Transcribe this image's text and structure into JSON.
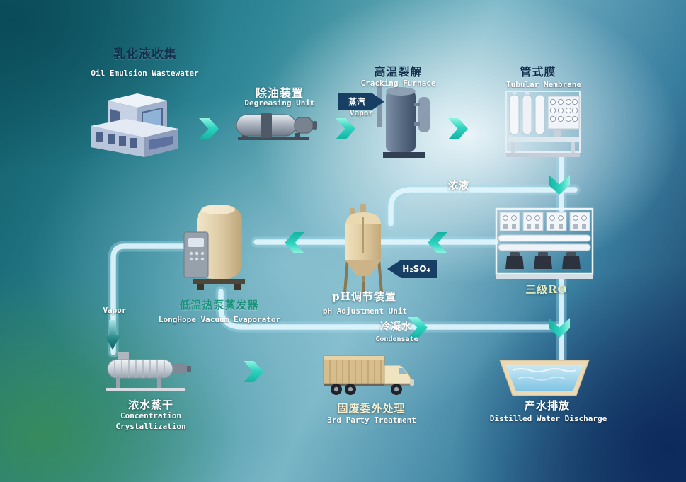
{
  "nodes": {
    "collection": {
      "zh": "乳化液收集",
      "en": "Oil Emulsion Wastewater"
    },
    "degreasing": {
      "zh": "除油装置",
      "en": "Degreasing Unit"
    },
    "cracking": {
      "zh": "高温裂解",
      "en": "Cracking Furnace"
    },
    "membrane": {
      "zh": "管式膜",
      "en": "Tubular Membrane"
    },
    "ro": {
      "zh": "三级RO"
    },
    "ph": {
      "zh": "pH调节装置",
      "en": "pH Adjustment Unit"
    },
    "evaporator": {
      "zh": "低温热泵蒸发器",
      "en": "LongHope Vacuum Evaporator"
    },
    "crystallization": {
      "zh": "浓水蒸干",
      "en": "Concentration Crystallization"
    },
    "solid_waste": {
      "zh": "固废委外处理",
      "en": "3rd Party Treatment"
    },
    "discharge": {
      "zh": "产水排放",
      "en": "Distilled Water Discharge"
    }
  },
  "flow_labels": {
    "vapor_in": {
      "zh": "蒸汽",
      "en": "Vapor"
    },
    "concentrate": {
      "zh": "浓液"
    },
    "acid": {
      "formula": "H₂SO₄"
    },
    "condensate": {
      "zh": "冷凝水",
      "en": "Condensate"
    },
    "vapor_out": {
      "en": "Vapor"
    }
  },
  "colors": {
    "flow_chevron": "#2fd3c0",
    "pipe": "#e2f6fd",
    "dark_arrow": "#173e63",
    "label_dark": "#11304e",
    "label_white": "#ffffff",
    "label_ro": "#e6eec0",
    "label_evaporator": "#19927c"
  }
}
